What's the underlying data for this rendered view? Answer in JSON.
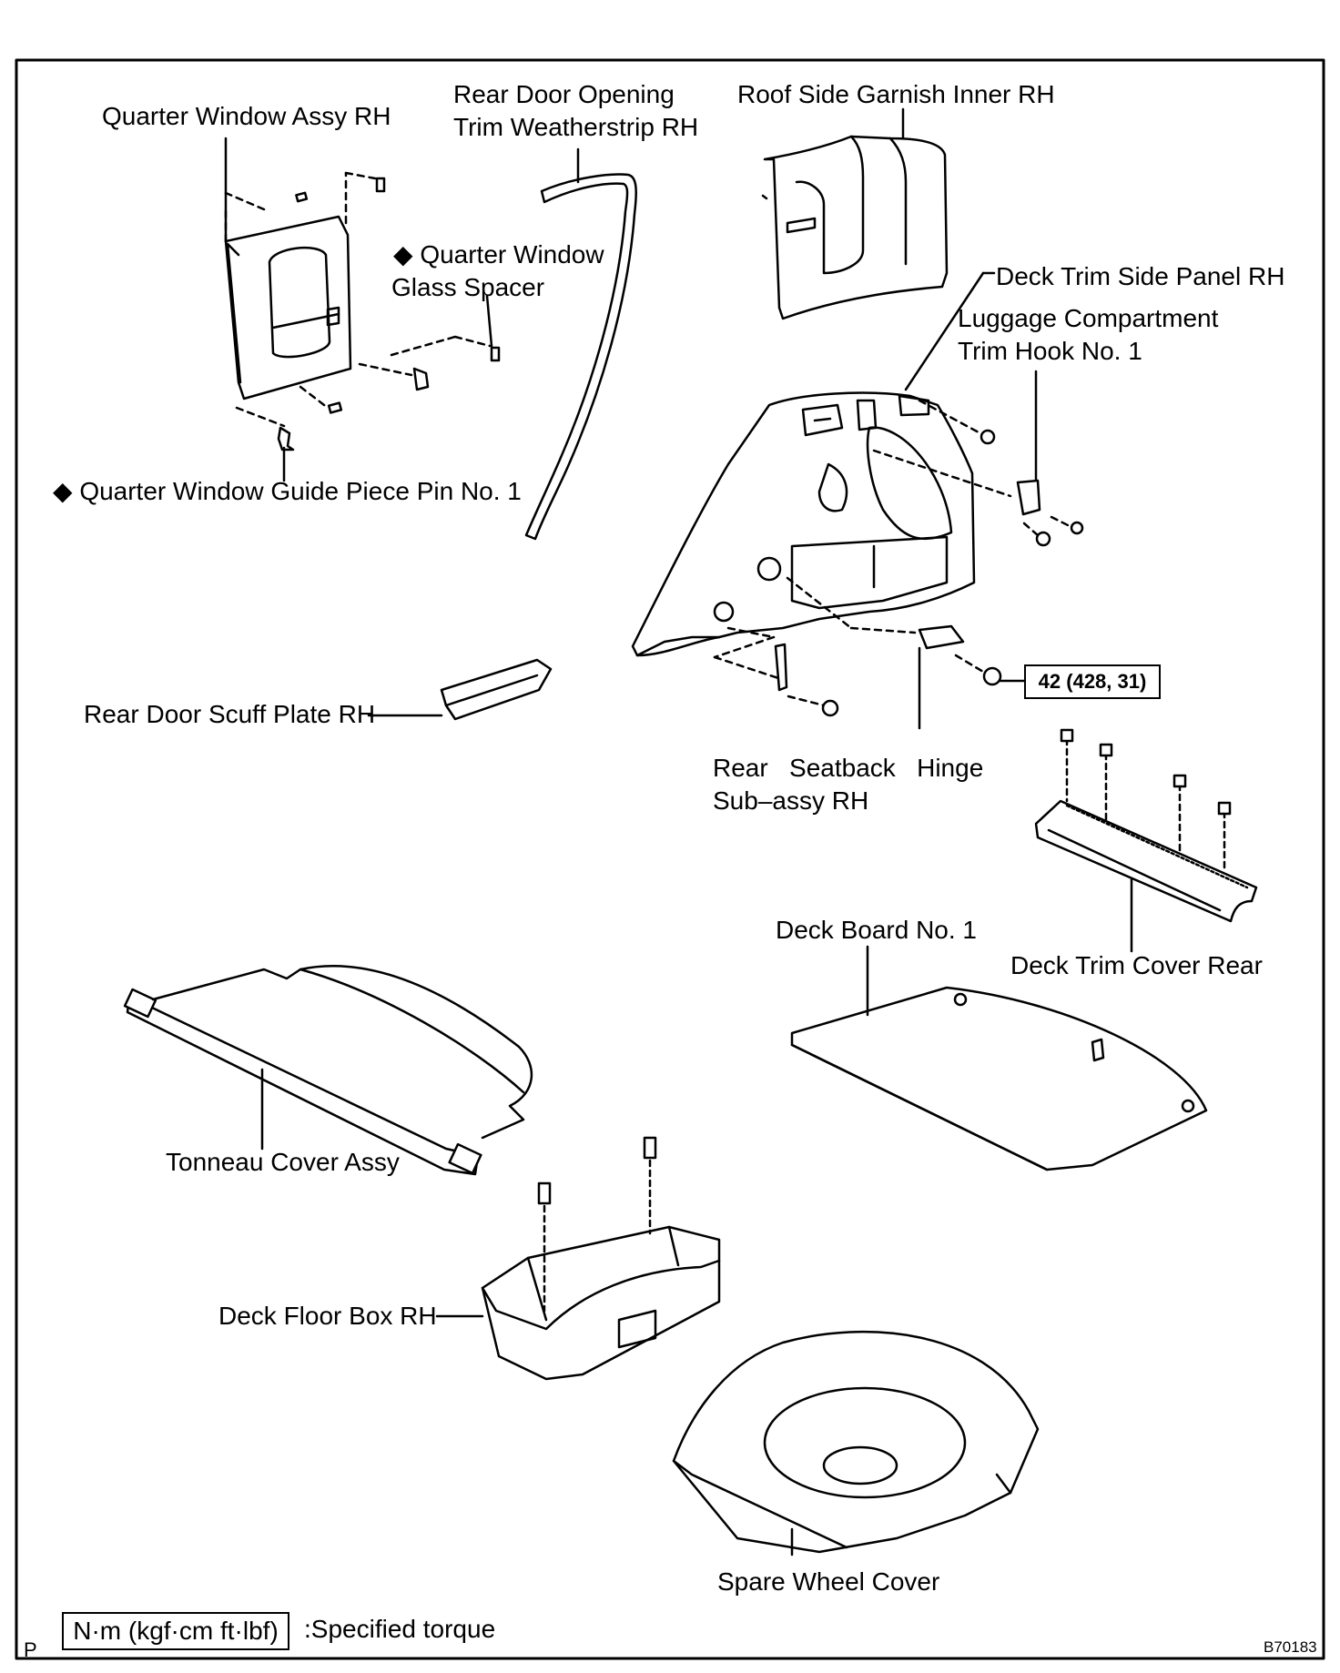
{
  "labels": {
    "quarter_window_assy": "Quarter Window Assy RH",
    "rear_door_weatherstrip_1": "Rear Door Opening",
    "rear_door_weatherstrip_2": "Trim Weatherstrip RH",
    "roof_side_garnish": "Roof Side Garnish Inner RH",
    "glass_spacer_1": "◆ Quarter Window",
    "glass_spacer_2": "Glass Spacer",
    "deck_trim_side_panel": "Deck Trim Side Panel RH",
    "trim_hook_1": "Luggage Compartment",
    "trim_hook_2": "Trim Hook No. 1",
    "guide_piece_pin": "◆ Quarter Window Guide Piece Pin No. 1",
    "rear_door_scuff_plate": "Rear Door Scuff Plate RH",
    "seatback_hinge_1": "Rear   Seatback   Hinge",
    "seatback_hinge_2": "Sub–assy RH",
    "deck_board": "Deck Board No. 1",
    "deck_trim_cover_rear": "Deck Trim Cover Rear",
    "tonneau_cover": "Tonneau Cover Assy",
    "deck_floor_box": "Deck Floor Box RH",
    "spare_wheel_cover": "Spare Wheel Cover"
  },
  "torque_spec": "42 (428, 31)",
  "legend": {
    "unit_box": "N·m (kgf·cm ft·lbf)",
    "description": ":Specified torque"
  },
  "corner_marker": "P",
  "figure_code": "B70183"
}
